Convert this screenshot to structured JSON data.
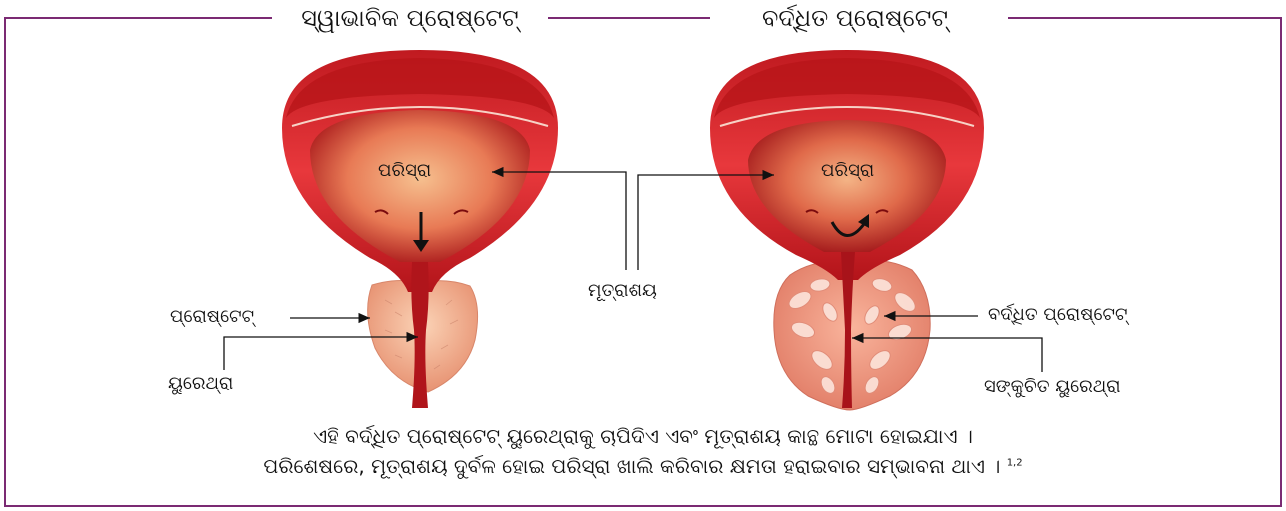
{
  "titles": {
    "normal": "ସ୍ୱାଭାବିକ ପ୍ରୋଷ୍ଟେଟ୍",
    "enlarged": "ବର୍ଦ୍ଧିତ ପ୍ରୋଷ୍ଟେଟ୍"
  },
  "labels": {
    "bladder_left": "ପରିସ୍ରା",
    "bladder_right": "ପରିସ୍ରା",
    "urinary_bladder": "ମୂତ୍ରାଶୟ",
    "prostate": "ପ୍ରୋଷ୍ଟେଟ୍",
    "urethra": "ୟୁରେଥ୍ରା",
    "enlarged_prostate": "ବର୍ଦ୍ଧିତ ପ୍ରୋଷ୍ଟେଟ୍",
    "constricted_urethra": "ସଙ୍କୁଚିତ ୟୁରେଥ୍ରା"
  },
  "caption": {
    "line1": "ଏହି ବର୍ଦ୍ଧିତ ପ୍ରୋଷ୍ଟେଟ୍ ୟୁରେଥ୍ରାକୁ ଚାପିଦିଏ ଏବଂ ମୂତ୍ରାଶୟ କାନ୍ଥ ମୋଟା ହୋଇଯାଏ ।",
    "line2": "ପରିଶେଷରେ, ମୂତ୍ରାଶୟ ଦୁର୍ବଳ ହୋଇ ପରିସ୍ରା ଖାଲି କରିବାର କ୍ଷମତା ହରାଇବାର ସମ୍ଭାବନା ଥାଏ ।",
    "reference": "1,2"
  },
  "colors": {
    "frame": "#7b2a73",
    "bladder_outer": "#d81f26",
    "bladder_inner": "#b8141b",
    "urine": "#f2a07a",
    "prostate": "#f4b08e"
  }
}
